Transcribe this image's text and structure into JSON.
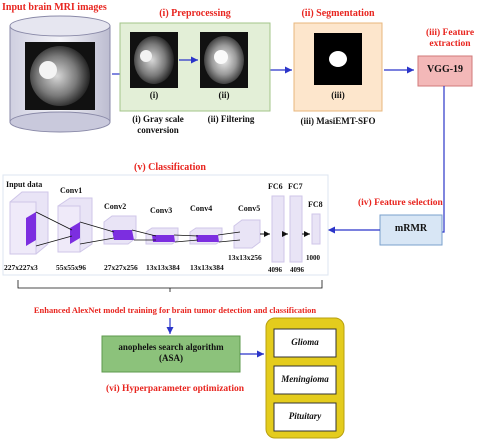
{
  "stages": {
    "input": "Input brain MRI images",
    "preprocessing": "(i) Preprocessing",
    "segmentation": "(ii) Segmentation",
    "feature_extraction_l1": "(iii) Feature",
    "feature_extraction_l2": "extraction",
    "classification": "(v) Classification",
    "feature_selection": "(iv) Feature selection",
    "hyperparameter": "(vi) Hyperparameter optimization"
  },
  "preprocessing": {
    "img1_num": "(i)",
    "img2_num": "(ii)",
    "cap1_l1": "(i) Gray scale",
    "cap1_l2": "conversion",
    "cap2": "(ii) Filtering"
  },
  "segmentation": {
    "img_num": "(iii)",
    "caption": "(iii) MasiEMT-SFO"
  },
  "vgg": "VGG-19",
  "mrmr": "mRMR",
  "alexnet": {
    "layers": {
      "input": "Input data",
      "conv1": "Conv1",
      "conv2": "Conv2",
      "conv3": "Conv3",
      "conv4": "Conv4",
      "conv5": "Conv5",
      "fc6": "FC6",
      "fc7": "FC7",
      "fc8": "FC8"
    },
    "dims": {
      "input": "227x227x3",
      "conv1": "55x55x96",
      "conv2": "27x27x256",
      "conv3": "13x13x384",
      "conv4": "13x13x384",
      "conv5": "13x13x256",
      "fc6": "4096",
      "fc7": "4096",
      "fc8": "1000"
    }
  },
  "training_label": "Enhanced AlexNet model training for brain tumor detection and classification",
  "asa_l1": "anopheles search algorithm",
  "asa_l2": "(ASA)",
  "classes": {
    "c1": "Glioma",
    "c2": "Meningioma",
    "c3": "Pituitary"
  },
  "colors": {
    "stage_red": "#e8251f",
    "preprocess_green": "#e3efd7",
    "segment_orange": "#fde6cc",
    "vgg_pink": "#f3b8b8",
    "mrmr_blue": "#d8e6f5",
    "asa_green": "#8cc27b",
    "class_yellow": "#e4cc1d",
    "purple": "#7c2ee0",
    "arrow_blue": "#2b35c9"
  }
}
